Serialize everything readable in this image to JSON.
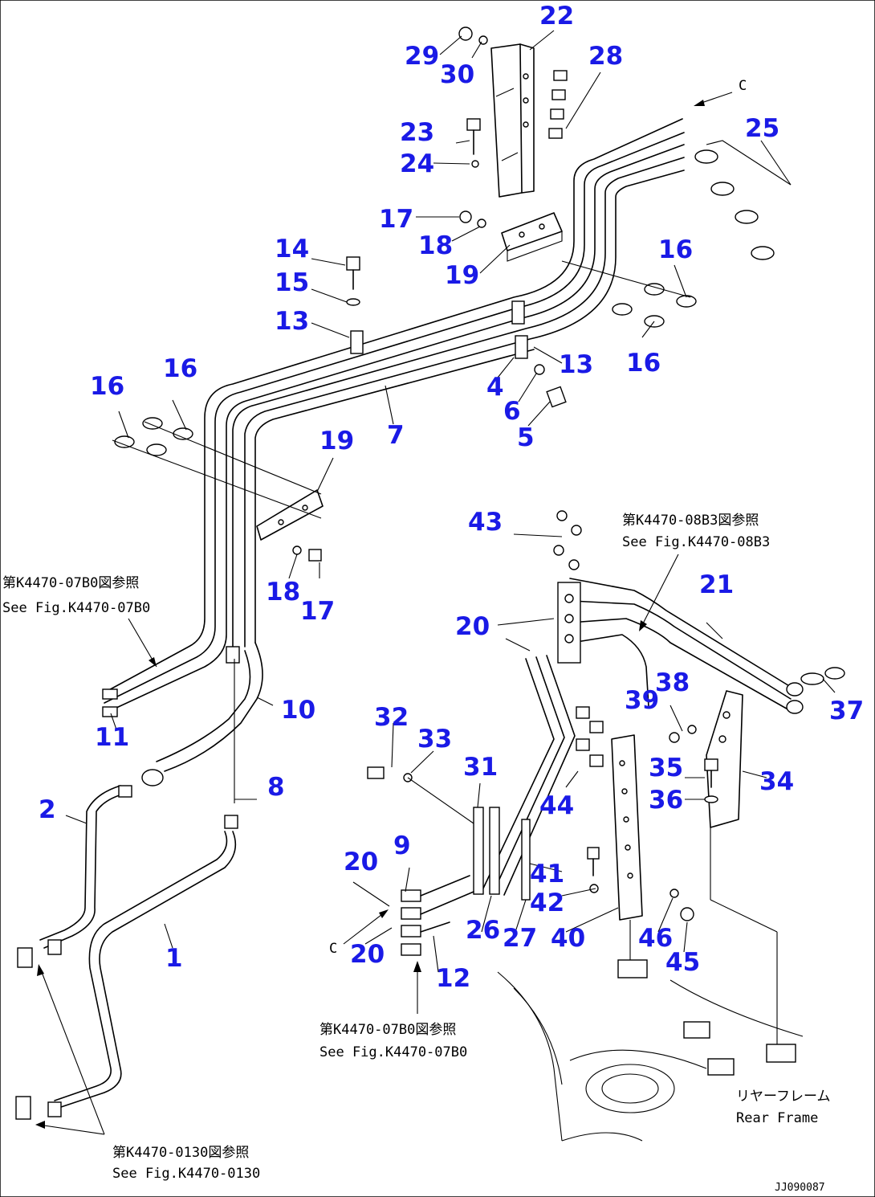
{
  "diagram": {
    "callouts": [
      "1",
      "2",
      "4",
      "5",
      "6",
      "7",
      "8",
      "9",
      "10",
      "11",
      "12",
      "13",
      "13",
      "14",
      "15",
      "16",
      "16",
      "16",
      "16",
      "17",
      "17",
      "18",
      "18",
      "19",
      "19",
      "20",
      "20",
      "20",
      "21",
      "22",
      "23",
      "24",
      "25",
      "26",
      "27",
      "28",
      "29",
      "30",
      "31",
      "32",
      "33",
      "34",
      "35",
      "36",
      "37",
      "38",
      "39",
      "40",
      "41",
      "42",
      "43",
      "44",
      "45",
      "46"
    ],
    "references": {
      "k4470_07b0_jp": "第K4470-07B0図参照",
      "k4470_07b0_en": "See Fig.K4470-07B0",
      "k4470_08b3_jp": "第K4470-08B3図参照",
      "k4470_08b3_en": "See Fig.K4470-08B3",
      "k4470_07b0_bottom_jp": "第K4470-07B0図参照",
      "k4470_07b0_bottom_en": "See Fig.K4470-07B0",
      "k4470_0130_jp": "第K4470-0130図参照",
      "k4470_0130_en": "See Fig.K4470-0130",
      "rear_frame_jp": "リヤーフレーム",
      "rear_frame_en": "Rear Frame",
      "arrow_c_top": "C",
      "arrow_c_left": "C"
    },
    "drawing_code": "JJ090087"
  }
}
